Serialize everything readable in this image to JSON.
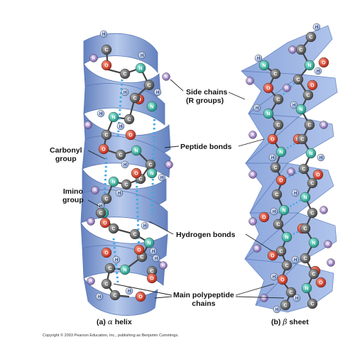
{
  "labels": {
    "side_chains": "Side chains\n(R groups)",
    "carbonyl": "Carbonyl\ngroup",
    "peptide_bonds": "Peptide bonds",
    "imino": "Imino\ngroup",
    "hydrogen_bonds": "Hydrogen bonds",
    "main_chains": "Main polypeptide\nchains"
  },
  "captions": {
    "a_prefix": "(a) ",
    "a_symbol": "α",
    "a_suffix": " helix",
    "b_prefix": "(b) ",
    "b_symbol": "β",
    "b_suffix": " sheet"
  },
  "copyright": "Copyright © 2003 Pearson Education, Inc., publishing as Benjamin Cummings.",
  "atom_symbols": {
    "carbon": "C",
    "nitrogen": "N",
    "oxygen": "O",
    "hydrogen": "H",
    "r_group": "R"
  },
  "colors": {
    "ribbon": "#7f9fd6",
    "ribbon_dark": "#4f72b8",
    "carbon": "#5a5a5a",
    "nitrogen": "#2bb3a0",
    "oxygen": "#d8341f",
    "hydrogen": "#9db8e6",
    "r_group": "#9a7fc2",
    "hbond": "#3fa8e8"
  }
}
